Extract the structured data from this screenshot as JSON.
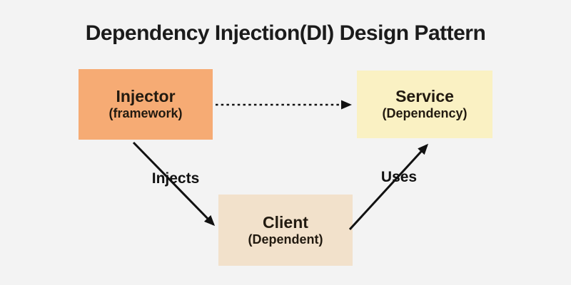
{
  "title": "Dependency Injection(DI) Design Pattern",
  "colors": {
    "background": "#f3f3f3",
    "injector": "#f6ab74",
    "service": "#faf1c3",
    "client": "#f2e1cb",
    "ink": "#1b1b1b",
    "boxtext": "#221a10"
  },
  "nodes": {
    "injector": {
      "label": "Injector",
      "sublabel": "(framework)"
    },
    "service": {
      "label": "Service",
      "sublabel": "(Dependency)"
    },
    "client": {
      "label": "Client",
      "sublabel": "(Dependent)"
    }
  },
  "edges": {
    "injector_to_service": {
      "style": "dotted",
      "label": ""
    },
    "injector_to_client": {
      "style": "solid",
      "label": "Injects"
    },
    "client_to_service": {
      "style": "solid",
      "label": "Uses"
    }
  }
}
